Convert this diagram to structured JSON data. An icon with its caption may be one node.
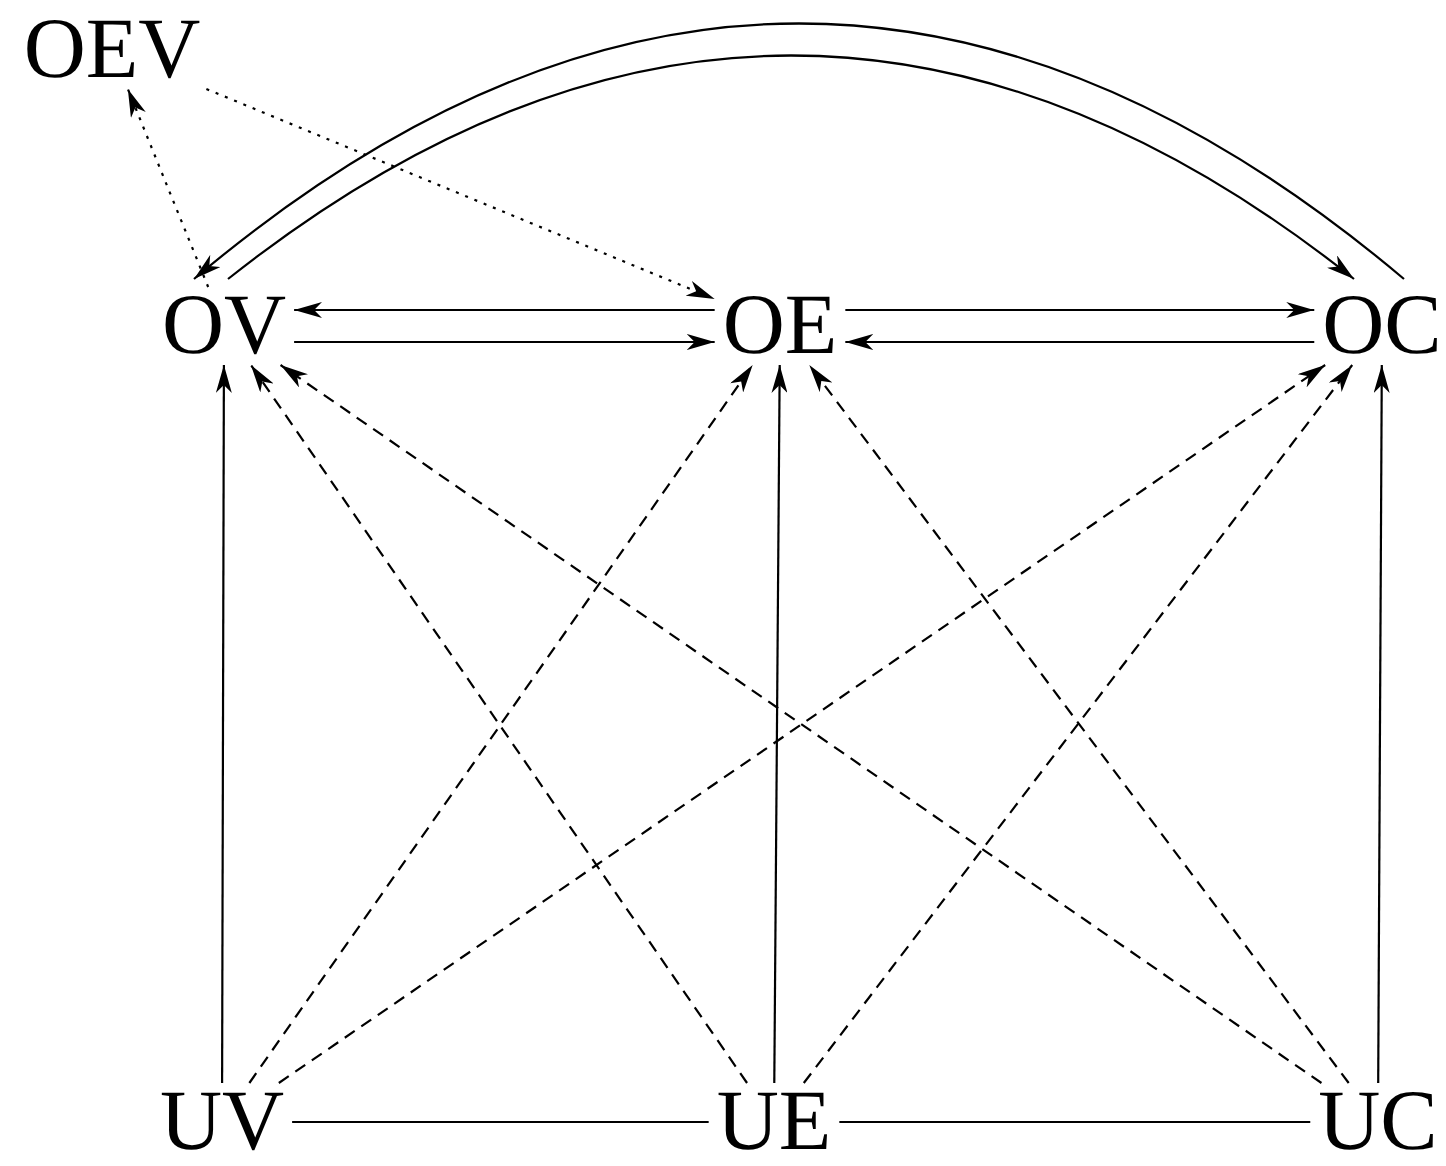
{
  "diagram": {
    "nodes": [
      {
        "text": [
          "OEV"
        ]
      },
      {
        "text": [
          "OV"
        ]
      },
      {
        "text": [
          "OE"
        ]
      },
      {
        "text": [
          "OC"
        ]
      },
      {
        "text": [
          "UV"
        ]
      },
      {
        "text": [
          "UE"
        ]
      },
      {
        "text": [
          "UC"
        ]
      }
    ],
    "edges": [
      {
        "from": 1,
        "to": 0,
        "arrow": "to",
        "style": "dashed"
      },
      {
        "from": 0,
        "to": 2,
        "arrow": "to",
        "style": "dashed"
      },
      {
        "from": 3,
        "to": 1,
        "arrow": "to"
      },
      {
        "from": 1,
        "to": 3,
        "arrow": "to"
      },
      {
        "from": 2,
        "to": 1,
        "arrow": "to"
      },
      {
        "from": 1,
        "to": 2,
        "arrow": "to"
      },
      {
        "from": 2,
        "to": 3,
        "arrow": "to"
      },
      {
        "from": 3,
        "to": 2,
        "arrow": "to"
      },
      {
        "from": 4,
        "to": 1,
        "arrow": "to"
      },
      {
        "from": 5,
        "to": 2,
        "arrow": "to"
      },
      {
        "from": 6,
        "to": 3,
        "arrow": "to"
      },
      {
        "from": 4,
        "to": 2,
        "arrow": "to",
        "style": "dashed"
      },
      {
        "from": 4,
        "to": 3,
        "arrow": "to",
        "style": "dashed"
      },
      {
        "from": 5,
        "to": 1,
        "arrow": "to",
        "style": "dashed"
      },
      {
        "from": 5,
        "to": 3,
        "arrow": "to",
        "style": "dashed"
      },
      {
        "from": 6,
        "to": 1,
        "arrow": "to",
        "style": "dashed"
      },
      {
        "from": 6,
        "to": 2,
        "arrow": "to",
        "style": "dashed"
      },
      {
        "from": 4,
        "to": 5,
        "arrow": "none"
      },
      {
        "from": 5,
        "to": 6,
        "arrow": "none"
      }
    ]
  }
}
